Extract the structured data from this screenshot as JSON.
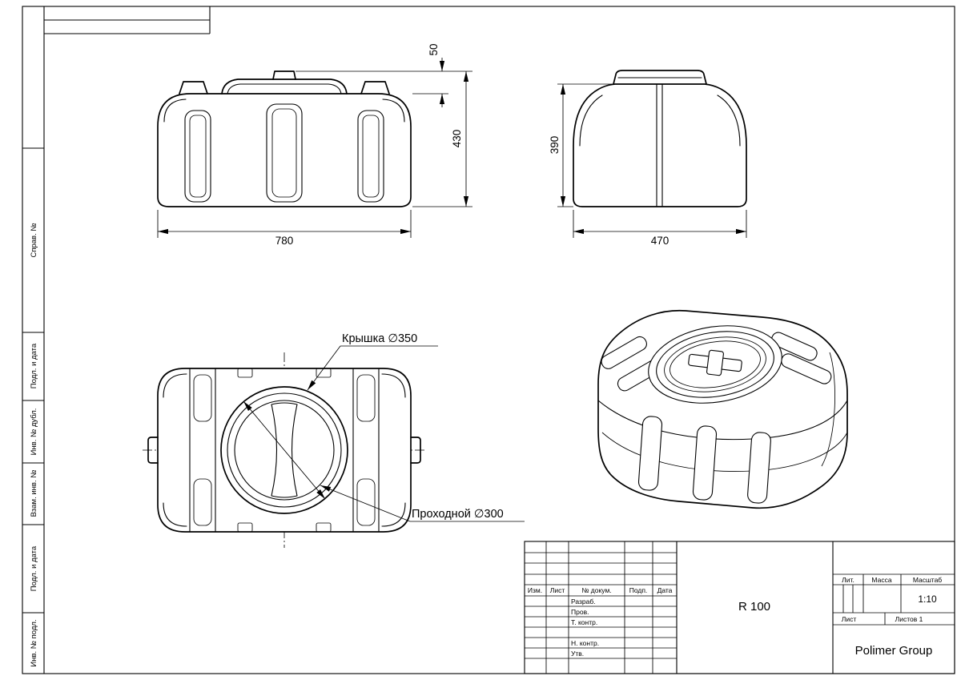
{
  "page": {
    "ink": "#000000",
    "paper": "#ffffff"
  },
  "sidebar": {
    "labels": [
      "Справ. №",
      "Подл. и дата",
      "Инв. № дубл.",
      "Взам. инв. №",
      "Подл. и дата",
      "Инв. № подл."
    ]
  },
  "views": {
    "front": {
      "dim_lid": "50",
      "dim_height": "430",
      "dim_width": "780"
    },
    "side": {
      "dim_height": "390",
      "dim_width": "470"
    },
    "top": {
      "lid_label": "Крышка ∅350",
      "pass_label": "Проходной ∅300"
    }
  },
  "title_block": {
    "header_cols": [
      "Изм.",
      "Лист",
      "№ докум.",
      "Подп.",
      "Дата"
    ],
    "roles": [
      "Разраб.",
      "Пров.",
      "Т. контр.",
      "Н. контр.",
      "Утв."
    ],
    "designation": "R 100",
    "lit_label": "Лит.",
    "mass_label": "Масса",
    "scale_label": "Масштаб",
    "scale_value": "1:10",
    "sheet_label": "Лист",
    "sheets_label": "Листов 1",
    "company": "Polimer Group"
  }
}
